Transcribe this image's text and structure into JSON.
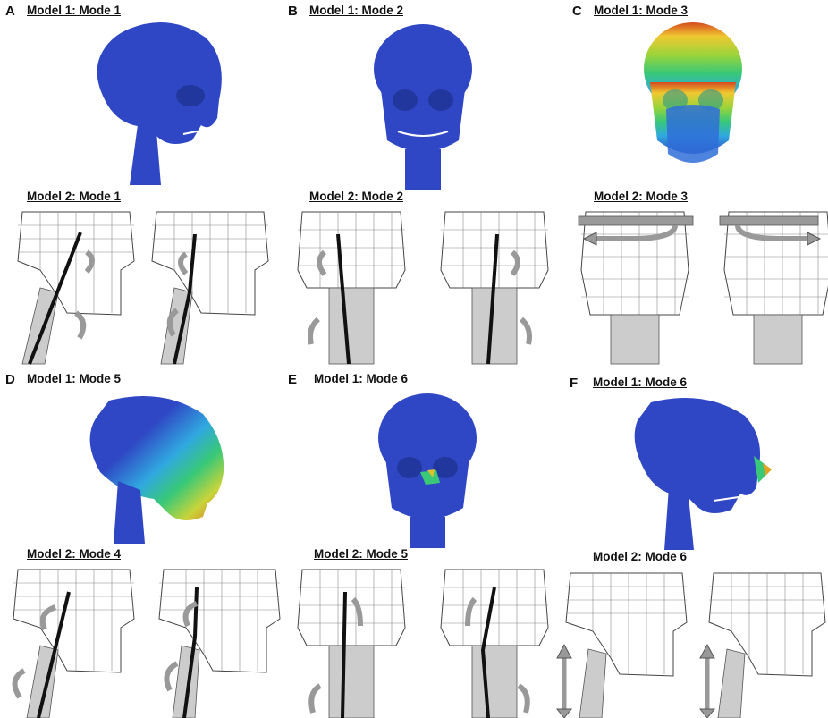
{
  "figure": {
    "panels": [
      {
        "letter": "A",
        "top_title": "Model 1: Mode 1",
        "bottom_title": "Model 2: Mode 1",
        "view": "side",
        "color": "blue"
      },
      {
        "letter": "B",
        "top_title": "Model 1: Mode  2",
        "bottom_title": "Model 2: Mode 2",
        "view": "front",
        "color": "blue"
      },
      {
        "letter": "C",
        "top_title": "Model 1: Mode 3",
        "bottom_title": "Model 2: Mode 3",
        "view": "front",
        "color": "rainbow"
      },
      {
        "letter": "D",
        "top_title": "Model 1: Mode 5",
        "bottom_title": "Model 2: Mode 4",
        "view": "side",
        "color": "jaw"
      },
      {
        "letter": "E",
        "top_title": "Model 1: Mode 6",
        "bottom_title": "Model 2: Mode 5",
        "view": "front",
        "color": "nose"
      },
      {
        "letter": "F",
        "top_title": "Model 1: Mode 6",
        "bottom_title": "Model 2: Mode 6",
        "view": "side",
        "color": "nose-side"
      }
    ],
    "colors": {
      "skull_blue": "#2f47c4",
      "arrow_gray": "#9a9a9a",
      "mesh": "#444444"
    }
  }
}
